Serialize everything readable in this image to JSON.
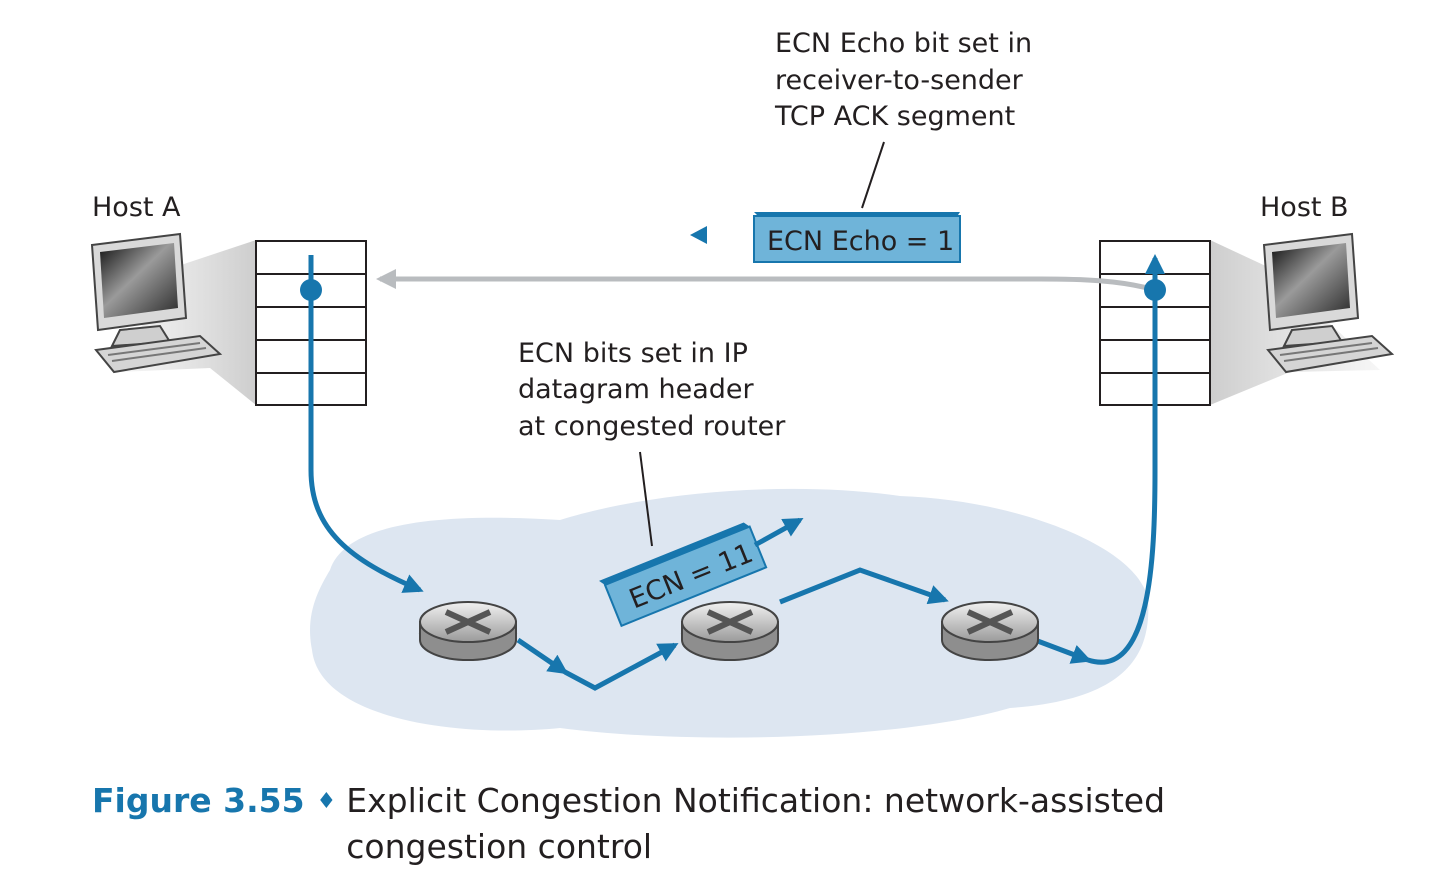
{
  "labels": {
    "host_a": "Host A",
    "host_b": "Host B",
    "ecn_echo_note": [
      "ECN Echo bit set in",
      "receiver-to-sender",
      "TCP ACK segment"
    ],
    "ecn_ip_note": [
      "ECN bits set in IP",
      "datagram header",
      "at congested router"
    ],
    "ecn_echo_packet": "ECN Echo = 1",
    "ecn_ip_packet": "ECN = 11"
  },
  "caption": {
    "figure_number": "Figure 3.55",
    "separator": "♦",
    "line1": "Explicit Congestion Notification: network-assisted",
    "line2": "congestion control"
  },
  "colors": {
    "flow_blue": "#1776ad",
    "packet_fill": "#6fb4d9",
    "network_cloud": "#dde6f1",
    "ack_gray": "#b9bcbf"
  },
  "icons": [
    "computer-icon",
    "router-icon",
    "protocol-stack-icon"
  ]
}
